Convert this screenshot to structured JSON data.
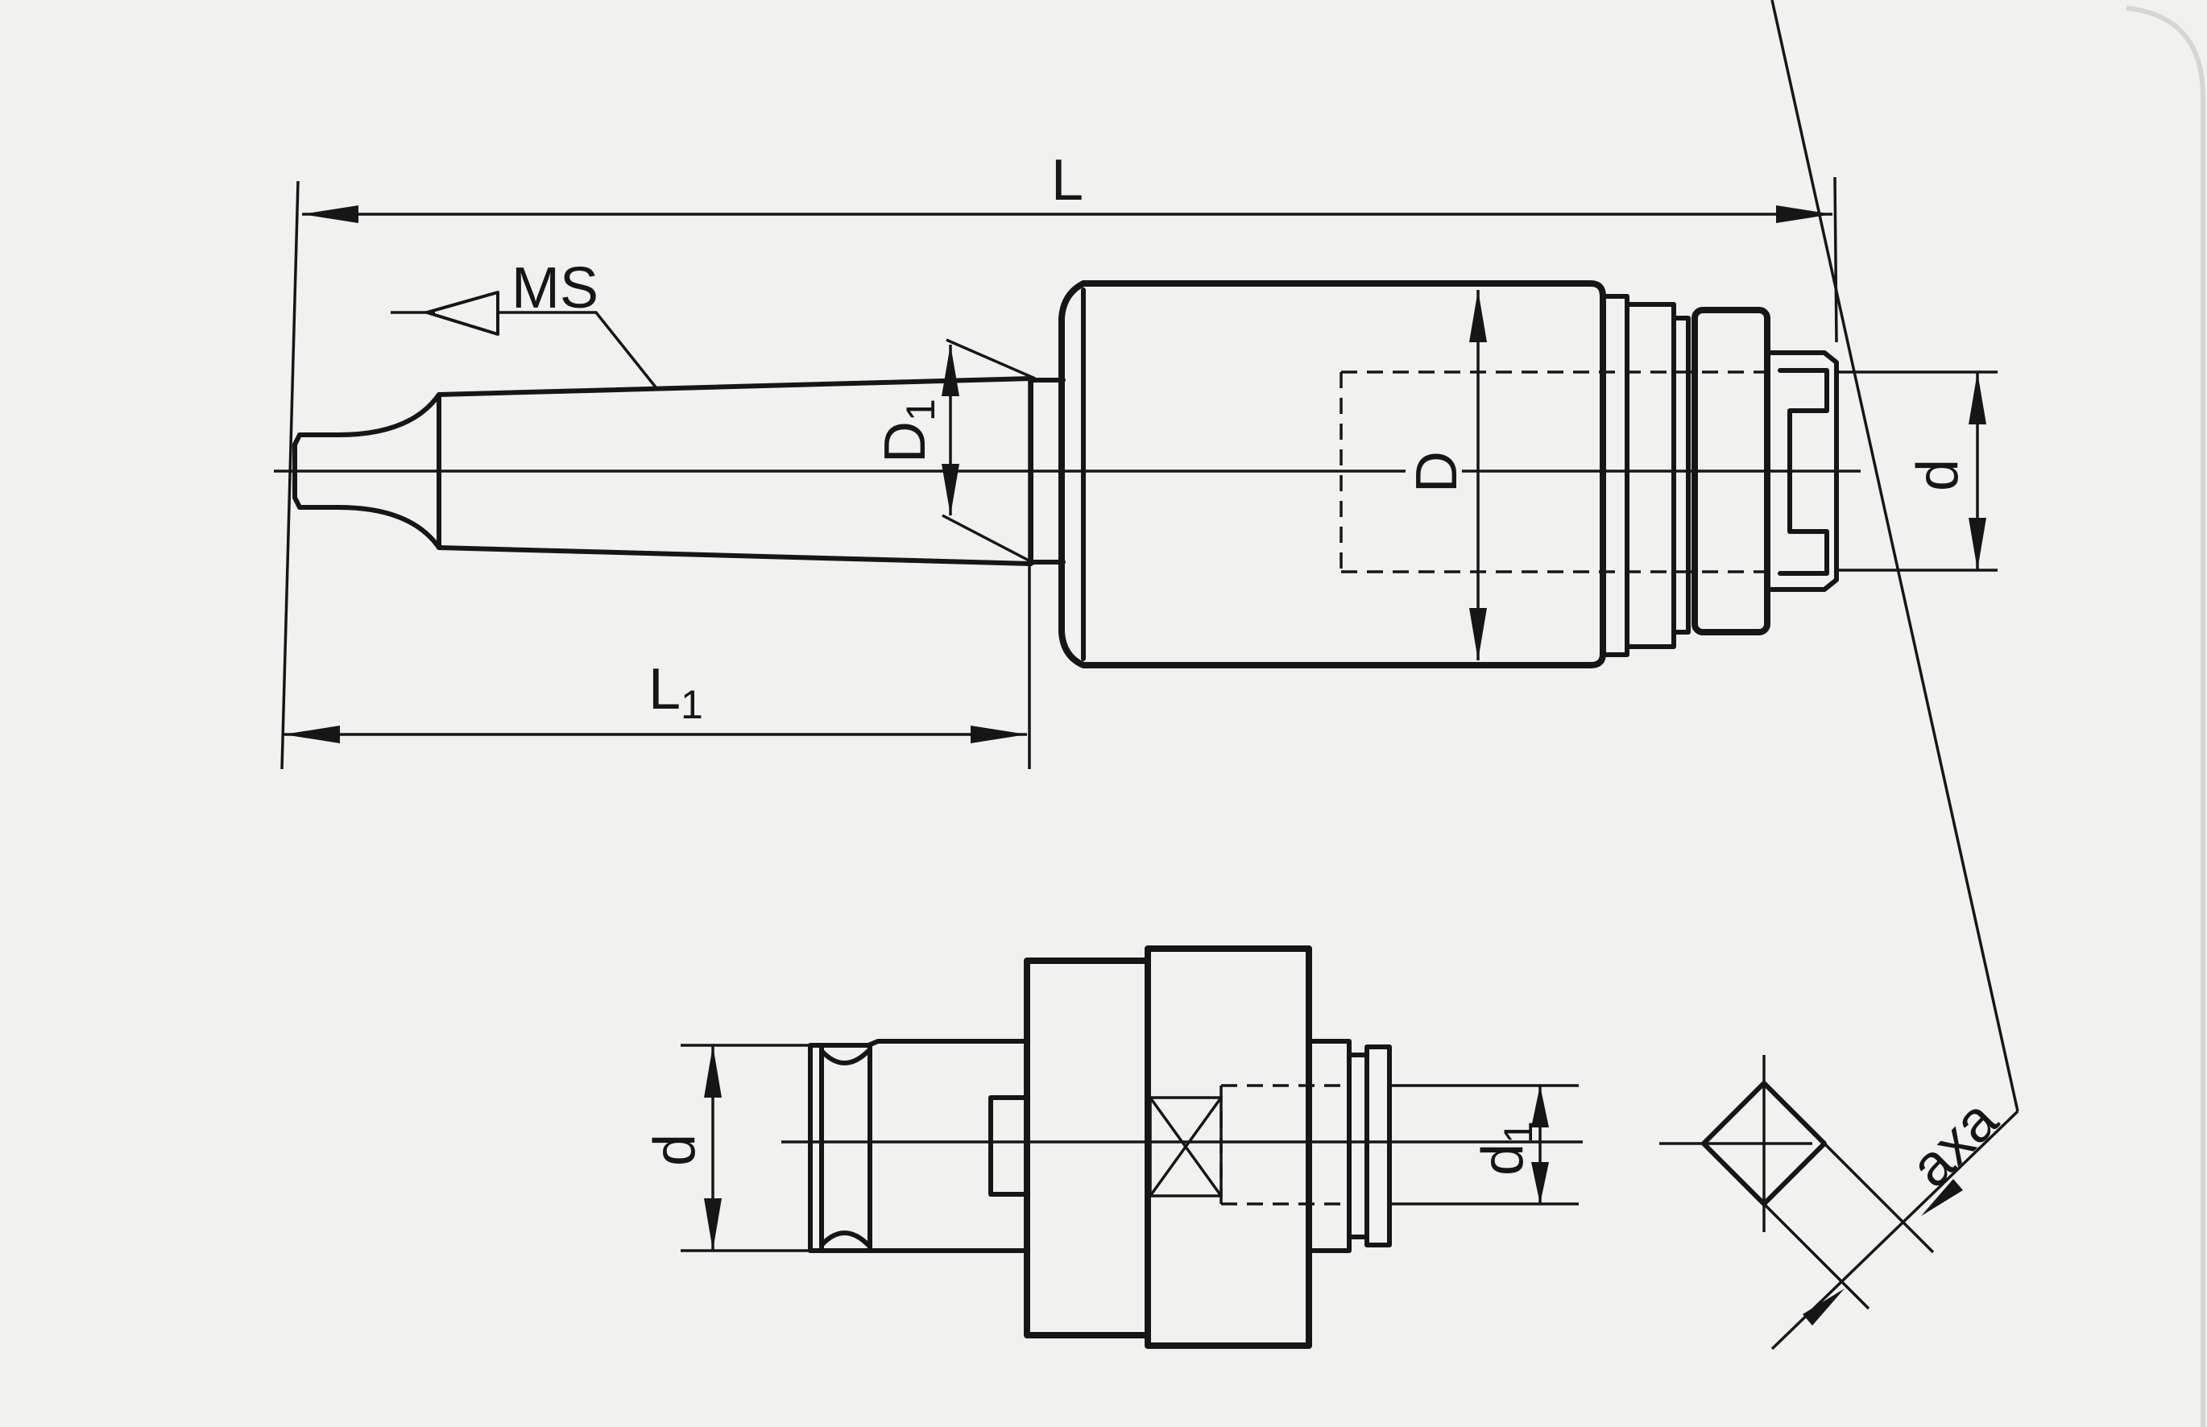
{
  "labels": {
    "overall_length": "L",
    "shank_length": "L",
    "shank_length_sub": "1",
    "taper": "MS",
    "taper_diameter": "D",
    "taper_diameter_sub": "1",
    "body_diameter": "D",
    "bore_diameter": "d",
    "adapter_diameter": "d",
    "adapter_inner_diameter": "d",
    "adapter_inner_diameter_sub": "1",
    "square_size": "axa"
  }
}
